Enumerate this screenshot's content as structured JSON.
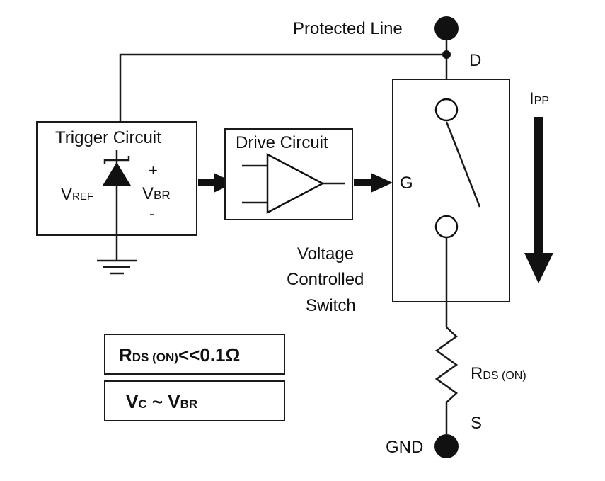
{
  "labels": {
    "protected_line": "Protected Line",
    "drain": "D",
    "gate": "G",
    "source": "S",
    "gnd": "GND",
    "trigger_circuit": "Trigger Circuit",
    "drive_circuit": "Drive Circuit",
    "switch_line1": "Voltage",
    "switch_line2": "Controlled",
    "switch_line3": "Switch",
    "vref_main": "V",
    "vref_sub": "REF",
    "vbr_main": "V",
    "vbr_sub": "BR",
    "plus": "+",
    "minus": "-",
    "ipp_main": "I",
    "ipp_sub": "PP",
    "rds_main": "R",
    "rds_sub": "DS (ON)"
  },
  "equations": {
    "rds": {
      "main": "R",
      "sub": "DS (ON)",
      "rest": "<<0.1Ω"
    },
    "vc": {
      "main": "V",
      "sub": "C",
      "mid": " ~ V",
      "sub2": "BR"
    }
  }
}
